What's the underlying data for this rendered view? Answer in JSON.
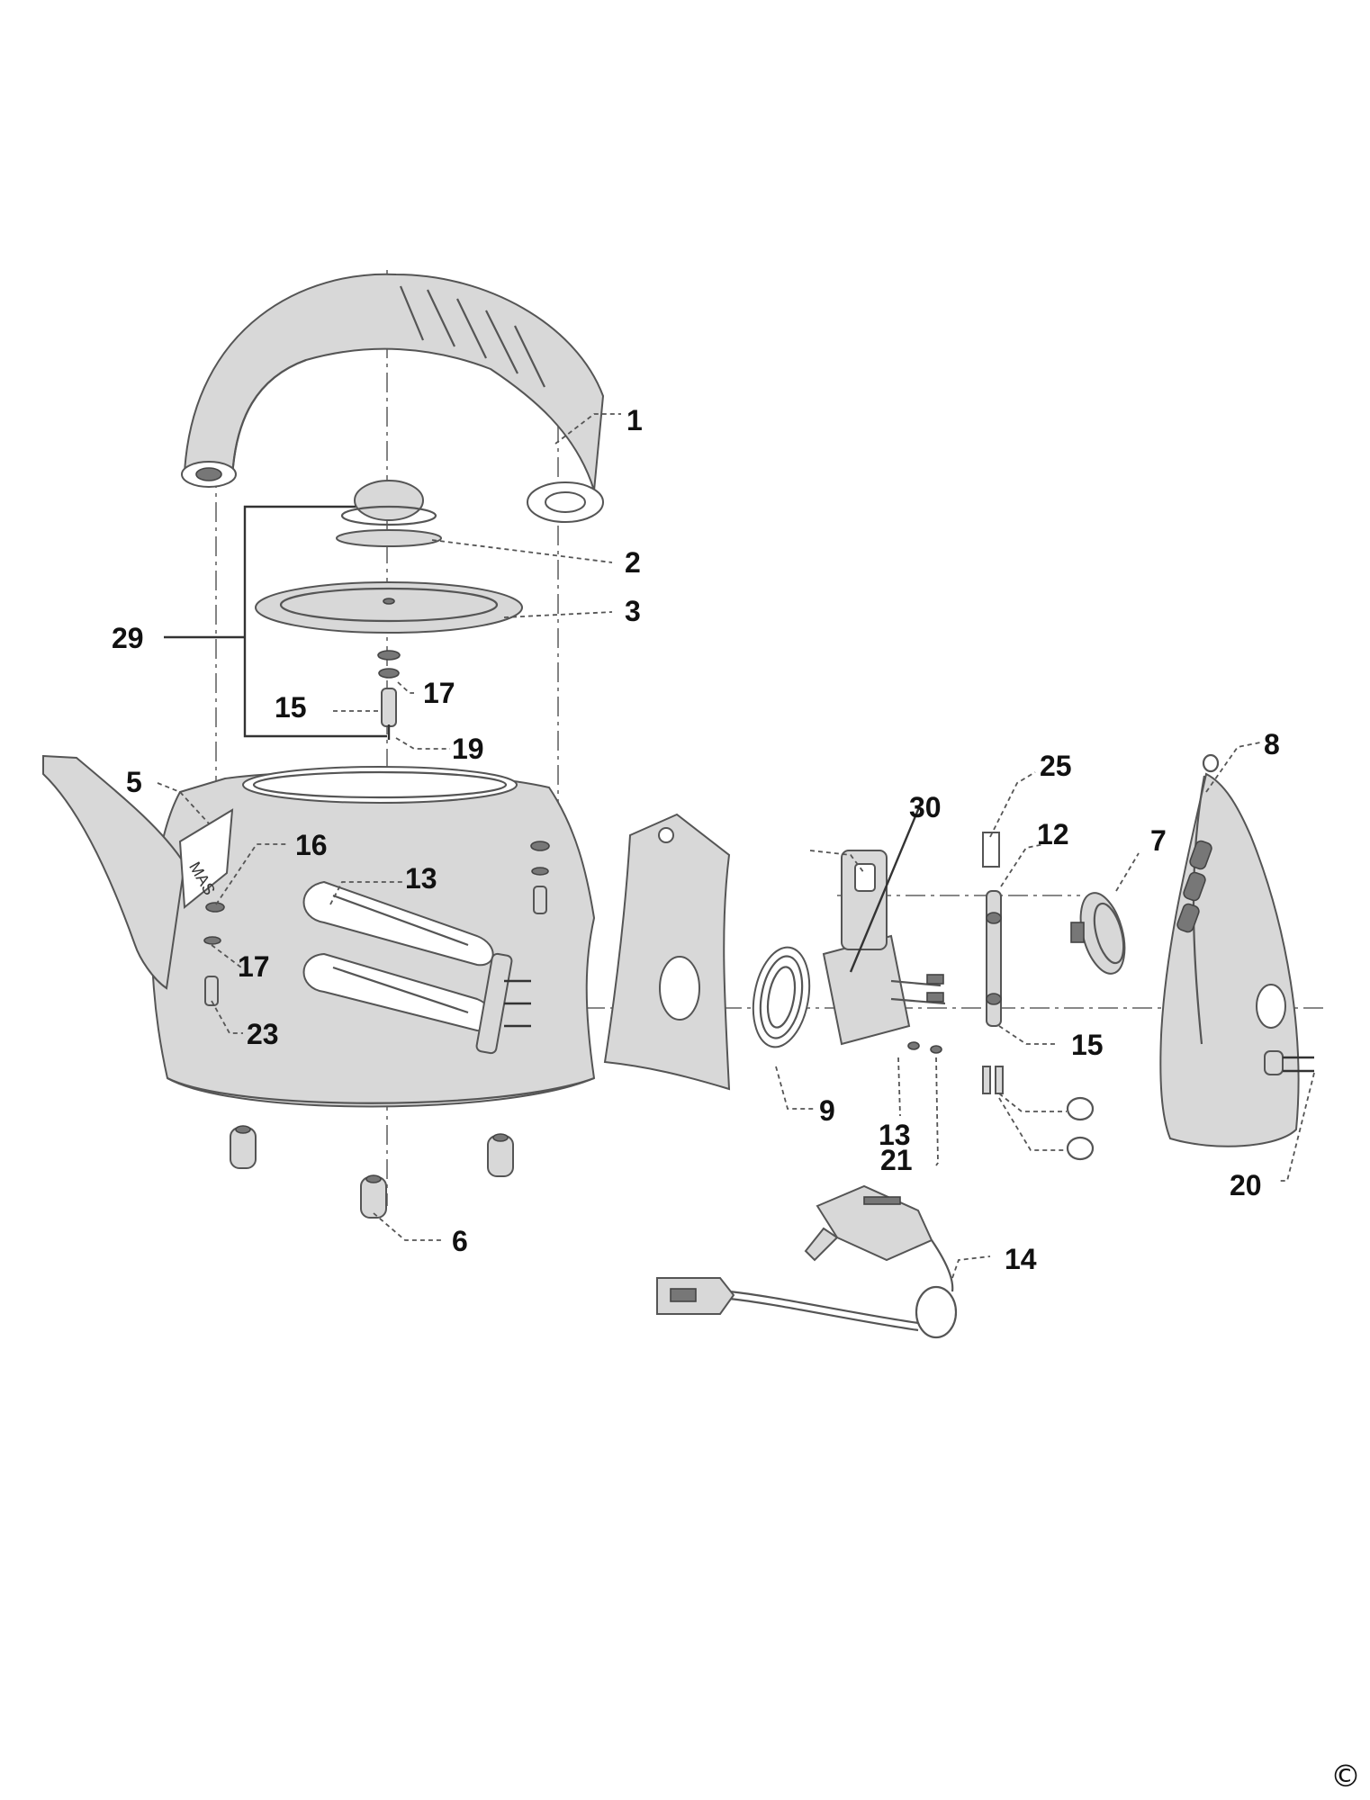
{
  "diagram": {
    "labels": {
      "p1": "1",
      "p2": "2",
      "p3": "3",
      "p29": "29",
      "p17a": "17",
      "p15a": "15",
      "p19": "19",
      "p5": "5",
      "p16": "16",
      "p13a": "13",
      "p17b": "17",
      "p23": "23",
      "p6": "6",
      "p30": "30",
      "p25": "25",
      "p12": "12",
      "p7": "7",
      "p8": "8",
      "p15b": "15",
      "p9": "9",
      "p13b": "13",
      "p21": "21",
      "p20": "20",
      "p14": "14"
    },
    "badge_text": "MAS",
    "copyright": "©"
  }
}
